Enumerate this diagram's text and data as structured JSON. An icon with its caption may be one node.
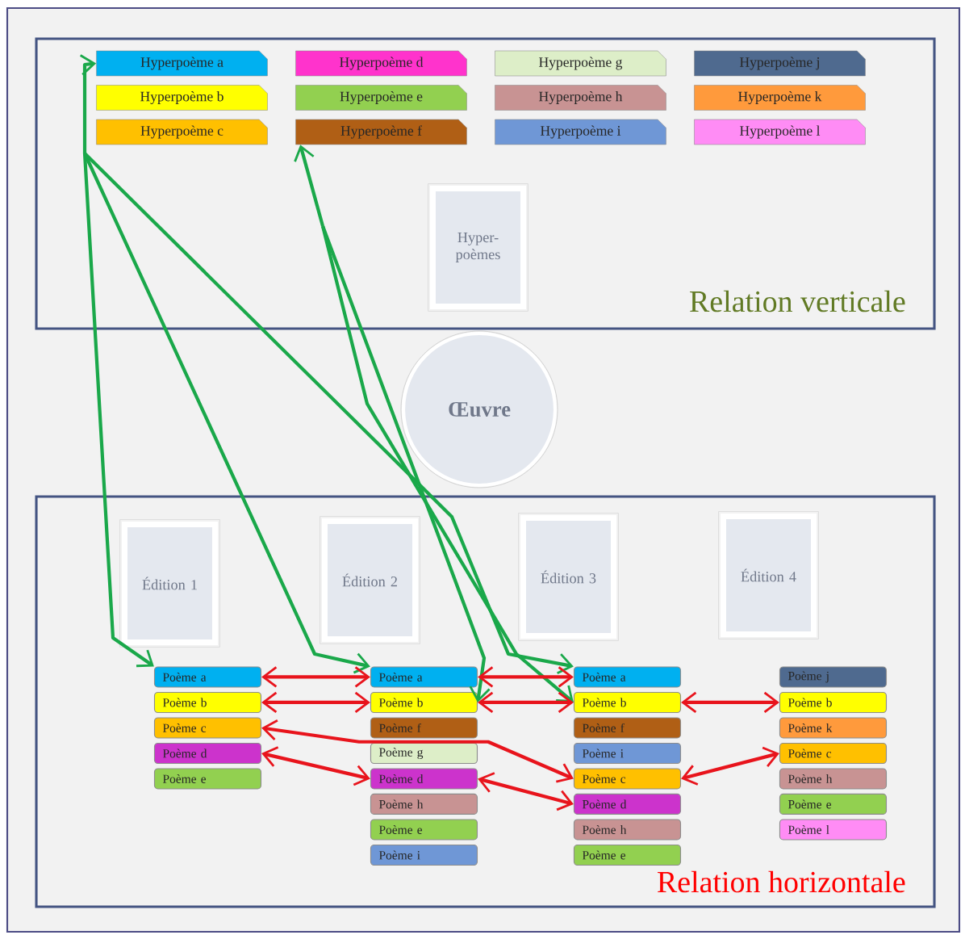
{
  "diagram": {
    "nodes": [
      {
        "text": [
          "Relation verticale"
        ]
      },
      {
        "text": [
          "Hyperpoème a"
        ],
        "in": 0
      },
      {
        "text": [
          "Hyperpoème d"
        ],
        "in": 0
      },
      {
        "text": [
          "Hyperpoème g"
        ],
        "in": 0
      },
      {
        "text": [
          "Hyperpoème j"
        ],
        "in": 0
      },
      {
        "text": [
          "Hyperpoème b"
        ],
        "in": 0
      },
      {
        "text": [
          "Hyperpoème e"
        ],
        "in": 0
      },
      {
        "text": [
          "Hyperpoème h"
        ],
        "in": 0
      },
      {
        "text": [
          "Hyperpoème k"
        ],
        "in": 0
      },
      {
        "text": [
          "Hyperpoème c"
        ],
        "in": 0
      },
      {
        "text": [
          "Hyperpoème f"
        ],
        "in": 0
      },
      {
        "text": [
          "Hyperpoème i"
        ],
        "in": 0
      },
      {
        "text": [
          "Hyperpoème l"
        ],
        "in": 0
      },
      {
        "text": [
          "Hyper-poèmes"
        ],
        "in": 0
      },
      {
        "text": [
          "Œuvre"
        ]
      },
      {
        "text": [
          "Relation horizontale"
        ]
      },
      {
        "text": [
          "Édition 1"
        ],
        "in": 15
      },
      {
        "text": [
          "Édition 2"
        ],
        "in": 15
      },
      {
        "text": [
          "Édition 3"
        ],
        "in": 15
      },
      {
        "text": [
          "Édition 4"
        ],
        "in": 15
      },
      {
        "text": [
          "Poème a"
        ],
        "in": 15
      },
      {
        "text": [
          "Poème b"
        ],
        "in": 15
      },
      {
        "text": [
          "Poème c"
        ],
        "in": 15
      },
      {
        "text": [
          "Poème d"
        ],
        "in": 15
      },
      {
        "text": [
          "Poème e"
        ],
        "in": 15
      },
      {
        "text": [
          "Poème a"
        ],
        "in": 15
      },
      {
        "text": [
          "Poème b"
        ],
        "in": 15
      },
      {
        "text": [
          "Poème f"
        ],
        "in": 15
      },
      {
        "text": [
          "Poème g"
        ],
        "in": 15
      },
      {
        "text": [
          "Poème d"
        ],
        "in": 15
      },
      {
        "text": [
          "Poème h"
        ],
        "in": 15
      },
      {
        "text": [
          "Poème e"
        ],
        "in": 15
      },
      {
        "text": [
          "Poème i"
        ],
        "in": 15
      },
      {
        "text": [
          "Poème a"
        ],
        "in": 15
      },
      {
        "text": [
          "Poème b"
        ],
        "in": 15
      },
      {
        "text": [
          "Poème f"
        ],
        "in": 15
      },
      {
        "text": [
          "Poème i"
        ],
        "in": 15
      },
      {
        "text": [
          "Poème c"
        ],
        "in": 15
      },
      {
        "text": [
          "Poème d"
        ],
        "in": 15
      },
      {
        "text": [
          "Poème h"
        ],
        "in": 15
      },
      {
        "text": [
          "Poème e"
        ],
        "in": 15
      },
      {
        "text": [
          "Poème j"
        ],
        "in": 15
      },
      {
        "text": [
          "Poème b"
        ],
        "in": 15
      },
      {
        "text": [
          "Poème k"
        ],
        "in": 15
      },
      {
        "text": [
          "Poème c"
        ],
        "in": 15
      },
      {
        "text": [
          "Poème h"
        ],
        "in": 15
      },
      {
        "text": [
          "Poème e"
        ],
        "in": 15
      },
      {
        "text": [
          "Poème l"
        ],
        "in": 15
      }
    ],
    "edges": [
      {
        "from": 1,
        "to": 20,
        "arrow": "both",
        "color": "#1aa84a"
      },
      {
        "from": 1,
        "to": 25,
        "arrow": "both",
        "color": "#1aa84a"
      },
      {
        "from": 1,
        "to": 33,
        "arrow": "both",
        "color": "#1aa84a"
      },
      {
        "from": 10,
        "to": 26,
        "arrow": "both",
        "color": "#1aa84a"
      },
      {
        "from": 10,
        "to": 34,
        "arrow": "both",
        "color": "#1aa84a"
      },
      {
        "from": 20,
        "to": 25,
        "arrow": "both"
      },
      {
        "from": 21,
        "to": 26,
        "arrow": "both"
      },
      {
        "from": 25,
        "to": 33,
        "arrow": "both"
      },
      {
        "from": 26,
        "to": 34,
        "arrow": "both"
      },
      {
        "from": 22,
        "to": 37,
        "arrow": "both"
      },
      {
        "from": 23,
        "to": 29,
        "arrow": "both"
      },
      {
        "from": 29,
        "to": 38,
        "arrow": "both"
      },
      {
        "from": 34,
        "to": 42,
        "arrow": "both"
      },
      {
        "from": 37,
        "to": 44,
        "arrow": "both"
      }
    ]
  }
}
